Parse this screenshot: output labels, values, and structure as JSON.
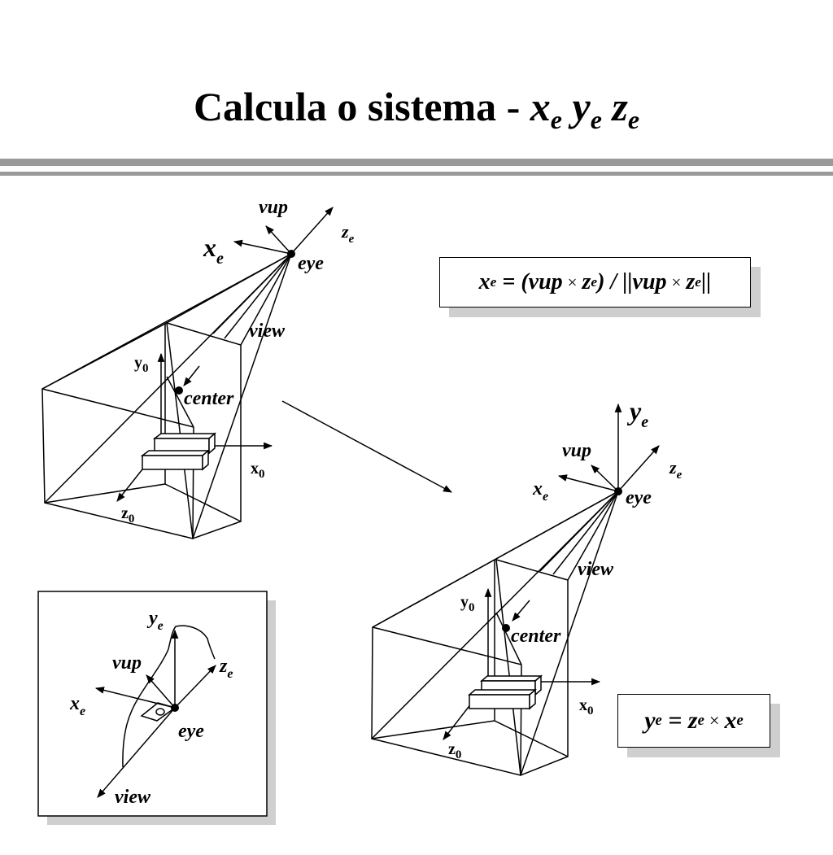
{
  "title": {
    "text": "Calcula o sistema  -",
    "vars": [
      {
        "base": "x",
        "sub": "e"
      },
      {
        "base": "y",
        "sub": "e"
      },
      {
        "base": "z",
        "sub": "e"
      }
    ]
  },
  "formula_xe": {
    "lhs": "x",
    "lhs_sub": "e",
    "eq": "=",
    "open": "(vup",
    "times": "×",
    "z": "z",
    "z_sub": "e",
    "close_div": ") / ||vup",
    "times2": "×",
    "z2": "z",
    "z2_sub": "e",
    "end": "||"
  },
  "formula_ye": {
    "lhs": "y",
    "lhs_sub": "e",
    "eq": "=",
    "z": "z",
    "z_sub": "e",
    "times": "×",
    "x": "x",
    "x_sub": "e"
  },
  "labels": {
    "vup": "vup",
    "x_base": "x",
    "y_base": "y",
    "z_base": "z",
    "e_sub": "e",
    "eye": "eye",
    "view": "view",
    "center": "center",
    "x0_base": "x",
    "y0_base": "y",
    "z0_base": "z",
    "zero_sub": "0"
  },
  "colors": {
    "rule": "#9a9a9a",
    "shadow": "#cfcfcf",
    "ink": "#000000"
  }
}
